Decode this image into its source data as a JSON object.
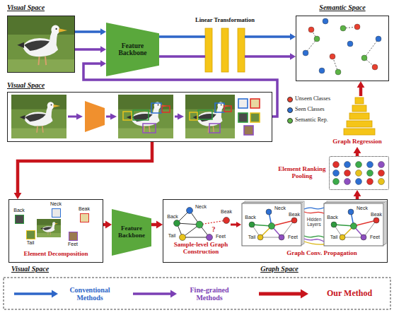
{
  "diagram": {
    "nodes": [
      {
        "text": [
          "Visual Space"
        ]
      },
      {
        "text": [
          "Feature Backbone"
        ]
      },
      {
        "text": [
          "Linear Transformation"
        ]
      },
      {
        "text": [
          "Semantic Space"
        ]
      },
      {
        "text": [
          "Visual Space"
        ]
      },
      {
        "text": [
          "Element Decomposition",
          "Visual Space"
        ]
      },
      {
        "text": [
          "Neck"
        ],
        "in": 5
      },
      {
        "text": [
          "Beak"
        ],
        "in": 5
      },
      {
        "text": [
          "Back"
        ],
        "in": 5
      },
      {
        "text": [
          "Tail"
        ],
        "in": 5
      },
      {
        "text": [
          "Feet"
        ],
        "in": 5
      },
      {
        "text": [
          "Feature Backbone"
        ]
      },
      {
        "text": [
          "Sample-level Graph Construction",
          "Graph Conv. Propagation",
          "Graph Space"
        ]
      },
      {
        "text": [
          "Element Ranking Pooling"
        ]
      },
      {
        "text": [
          "Graph Regression"
        ]
      }
    ],
    "edges": [
      {
        "from": 0,
        "to": 1,
        "arrow": "to"
      },
      {
        "from": 0,
        "to": 1,
        "arrow": "to"
      },
      {
        "from": 4,
        "to": 1,
        "arrow": "to"
      },
      {
        "from": 1,
        "to": 2,
        "arrow": "none"
      },
      {
        "from": 1,
        "to": 2,
        "arrow": "none"
      },
      {
        "from": 2,
        "to": 3,
        "arrow": "to"
      },
      {
        "from": 2,
        "to": 3,
        "arrow": "to"
      },
      {
        "from": 4,
        "to": 5,
        "arrow": "to"
      },
      {
        "from": 5,
        "to": 11,
        "arrow": "to"
      },
      {
        "from": 11,
        "to": 12,
        "arrow": "to"
      },
      {
        "from": 12,
        "to": 13,
        "arrow": "to"
      },
      {
        "from": 13,
        "to": 14,
        "arrow": "to"
      },
      {
        "from": 14,
        "to": 3,
        "arrow": "to"
      }
    ],
    "labels": [
      "Hidden Layers",
      "?",
      "Neck",
      "Back",
      "Beak",
      "Tail",
      "Feet",
      "Neck",
      "Back",
      "Beak",
      "Tail",
      "Feet",
      "Neck",
      "Back",
      "Beak",
      "Tail",
      "Feet"
    ],
    "legend": [
      {
        "text": "Unseen Classes",
        "color": "#e8402f"
      },
      {
        "text": "Seen Classes",
        "color": "#2d6fd2"
      },
      {
        "text": "Semantic Rep.",
        "color": "#5cb345"
      },
      {
        "text": "Conventional Methods"
      },
      {
        "text": "Fine-grained Methods"
      },
      {
        "text": "Our Method"
      }
    ]
  }
}
